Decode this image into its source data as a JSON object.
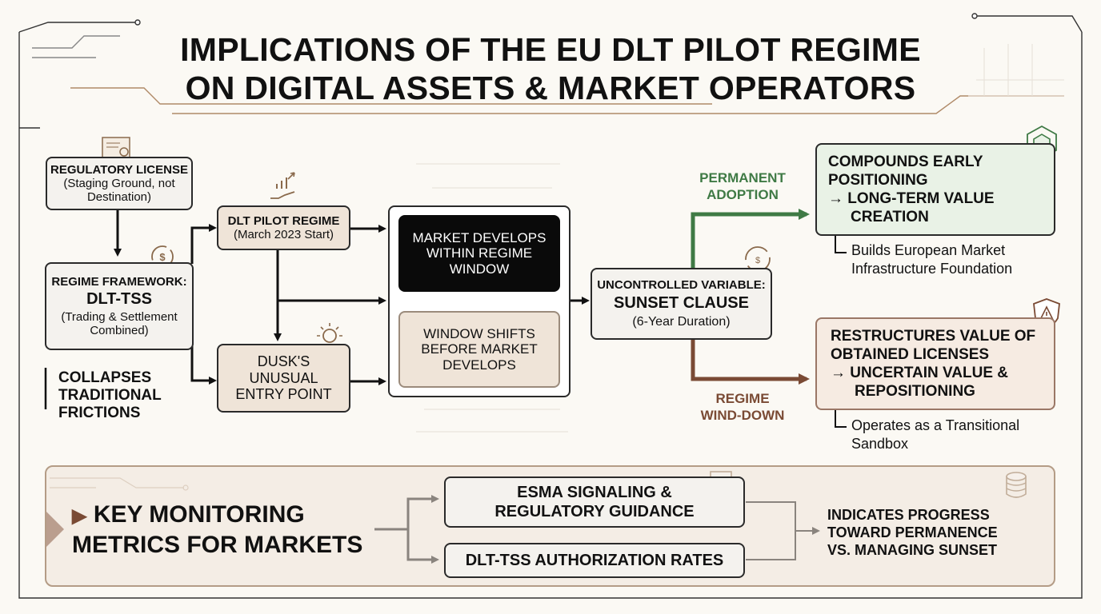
{
  "title": {
    "line1": "IMPLICATIONS OF THE EU DLT PILOT REGIME",
    "line2": "ON DIGITAL ASSETS & MARKET OPERATORS"
  },
  "left": {
    "license": {
      "title": "REGULATORY LICENSE",
      "sub1": "(Staging Ground, not",
      "sub2": "Destination)"
    },
    "framework": {
      "title": "REGIME FRAMEWORK:",
      "name": "DLT-TSS",
      "sub1": "(Trading & Settlement",
      "sub2": "Combined)"
    },
    "collapses": {
      "line1": "COLLAPSES",
      "line2": "TRADITIONAL",
      "line3": "FRICTIONS"
    }
  },
  "middle": {
    "pilot": {
      "title": "DLT PILOT REGIME",
      "sub": "(March 2023 Start)"
    },
    "dusk": {
      "line1": "DUSK'S",
      "line2": "UNUSUAL",
      "line3": "ENTRY POINT"
    }
  },
  "window": {
    "market": {
      "line1": "MARKET DEVELOPS",
      "line2": "WITHIN REGIME",
      "line3": "WINDOW"
    },
    "shifts": {
      "line1": "WINDOW SHIFTS",
      "line2": "BEFORE MARKET",
      "line3": "DEVELOPS"
    }
  },
  "sunset": {
    "title": "UNCONTROLLED VARIABLE:",
    "name": "SUNSET CLAUSE",
    "sub": "(6-Year Duration)"
  },
  "branches": {
    "permanent": {
      "line1": "PERMANENT",
      "line2": "ADOPTION"
    },
    "winddown": {
      "line1": "REGIME",
      "line2": "WIND-DOWN"
    }
  },
  "outcomes": {
    "compounds": {
      "line1": "COMPOUNDS EARLY",
      "line2": "POSITIONING",
      "line3": "→ LONG-TERM VALUE",
      "line4": "CREATION",
      "note1": "Builds European Market",
      "note2": "Infrastructure Foundation"
    },
    "restructures": {
      "line1": "RESTRUCTURES VALUE OF",
      "line2": "OBTAINED LICENSES",
      "line3": "→ UNCERTAIN VALUE &",
      "line4": "REPOSITIONING",
      "note1": "Operates as a Transitional",
      "note2": "Sandbox"
    }
  },
  "monitoring": {
    "heading1": "KEY MONITORING",
    "heading2": "METRICS FOR MARKETS",
    "esma1": "ESMA SIGNALING &",
    "esma2": "REGULATORY GUIDANCE",
    "rates": "DLT-TSS AUTHORIZATION RATES",
    "result1": "INDICATES PROGRESS",
    "result2": "TOWARD PERMANENCE",
    "result3": "VS. MANAGING SUNSET"
  },
  "icons": [
    "certificate-icon",
    "money-exchange-icon",
    "hand-growth-icon",
    "idea-icon",
    "money-cycle-icon",
    "cube-network-icon",
    "warning-shield-icon",
    "document-pointer-icon",
    "database-icon"
  ],
  "colors": {
    "green": "#3f7a45",
    "brown": "#7a4a34",
    "green_fill": "#e9f2e6",
    "tan_fill": "#efe4d8",
    "dark_box": "#0a0a0a"
  }
}
